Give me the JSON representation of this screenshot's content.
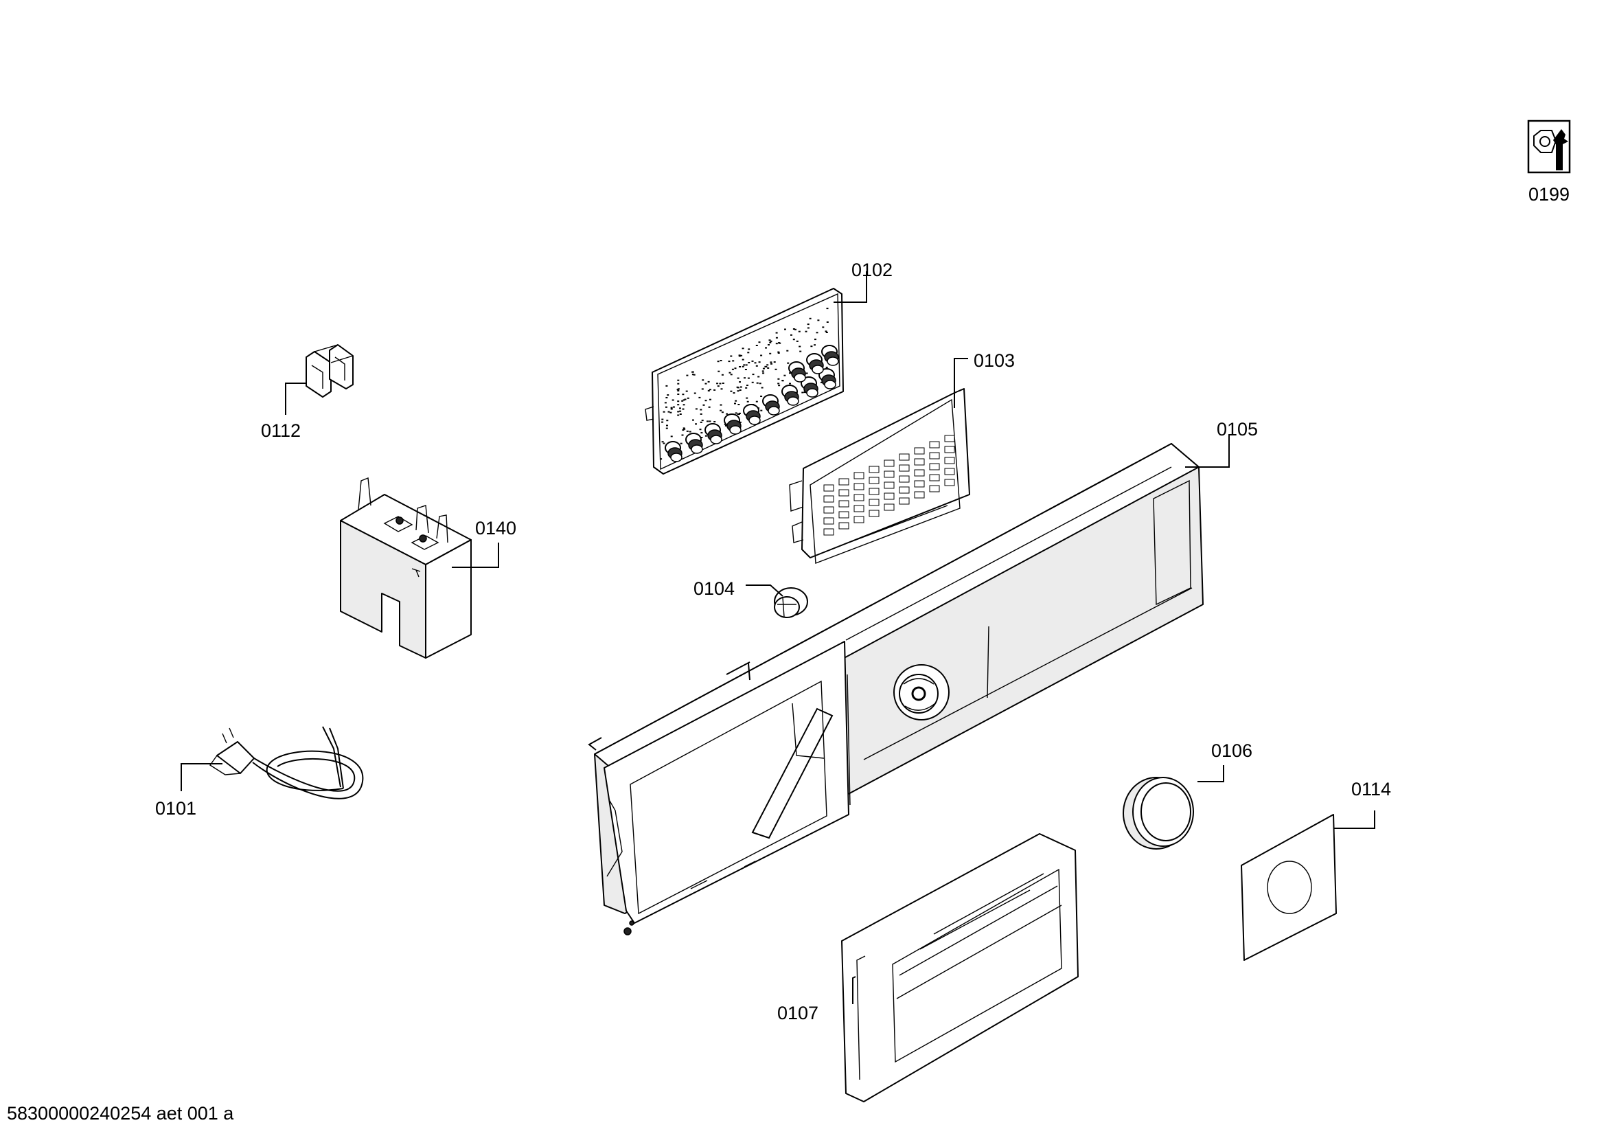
{
  "parts": [
    {
      "id": "0101",
      "label": "0101"
    },
    {
      "id": "0102",
      "label": "0102"
    },
    {
      "id": "0103",
      "label": "0103"
    },
    {
      "id": "0104",
      "label": "0104"
    },
    {
      "id": "0105",
      "label": "0105"
    },
    {
      "id": "0106",
      "label": "0106"
    },
    {
      "id": "0107",
      "label": "0107"
    },
    {
      "id": "0112",
      "label": "0112"
    },
    {
      "id": "0114",
      "label": "0114"
    },
    {
      "id": "0140",
      "label": "0140"
    },
    {
      "id": "0199",
      "label": "0199"
    }
  ],
  "footer": {
    "code": "58300000240254 aet 001 a"
  },
  "icons": {
    "tools": "nut-wrench-icon"
  }
}
